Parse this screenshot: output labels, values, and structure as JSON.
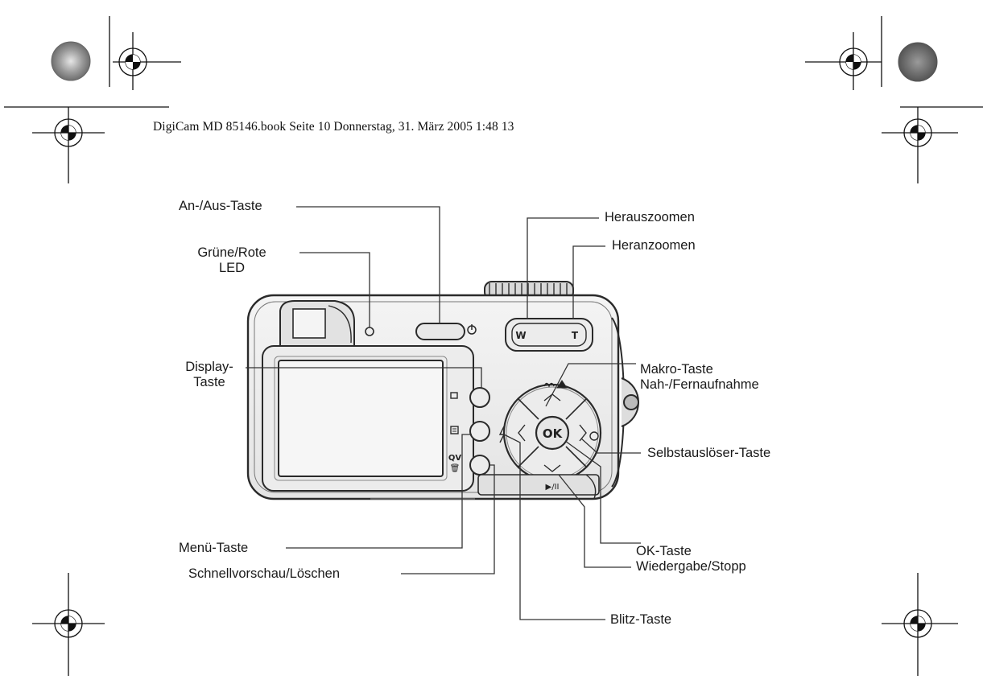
{
  "header": {
    "text": "DigiCam MD 85146.book  Seite 10  Donnerstag, 31. März 2005  1:48 13"
  },
  "diagram": {
    "callouts": {
      "power_button": "An-/Aus-Taste",
      "led_line1": "Grüne/Rote",
      "led_line2": "LED",
      "display_line1": "Display-",
      "display_line2": "Taste",
      "menu_button": "Menü-Taste",
      "quick_view_delete": "Schnellvorschau/Löschen",
      "zoom_out": "Herauszoomen",
      "zoom_in": "Heranzoomen",
      "macro_line1": "Makro-Taste",
      "macro_line2": "Nah-/Fernaufnahme",
      "self_timer": "Selbstauslöser-Taste",
      "ok_line1": "OK-Taste",
      "ok_line2": "Wiedergabe/Stopp",
      "flash_button": "Blitz-Taste"
    },
    "camera_markings": {
      "ok": "OK",
      "zoom_w": "W",
      "zoom_t": "T",
      "qv": "QV",
      "play_pause": "▶/II"
    }
  }
}
